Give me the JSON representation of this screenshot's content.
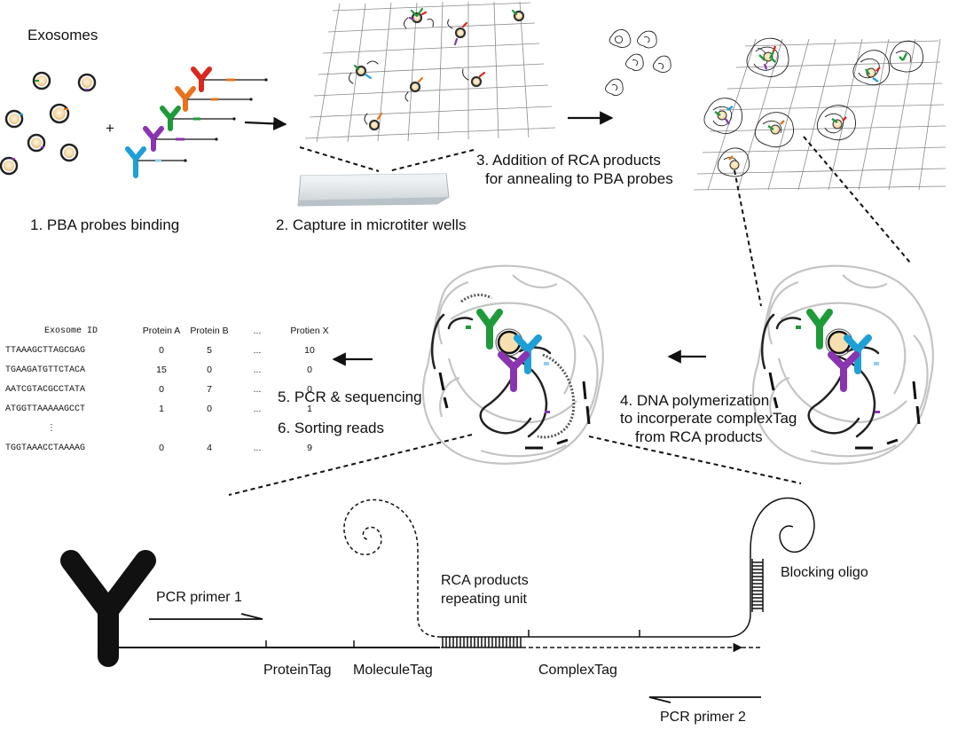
{
  "labels": {
    "exosomes": "Exosomes",
    "step1": "1. PBA probes binding",
    "step2": "2. Capture in microtiter wells",
    "step3_line1": "3. Addition of RCA products",
    "step3_line2": "for annealing to PBA probes",
    "step4_line1": "4. DNA polymerization",
    "step4_line2": "to incorperate complexTag",
    "step4_line3": "from RCA products",
    "step5": "5. PCR & sequencing",
    "step6": "6. Sorting reads",
    "plus": "+",
    "pcr_primer1": "PCR primer 1",
    "pcr_primer2": "PCR primer 2",
    "rca_line1": "RCA products",
    "rca_line2": "repeating unit",
    "blocking_oligo": "Blocking oligo",
    "protein_tag": "ProteinTag",
    "molecule_tag": "MoleculeTag",
    "complex_tag": "ComplexTag"
  },
  "table": {
    "headers": [
      "Exosome ID",
      "Protein A",
      "Protein B",
      "...",
      "Protien X"
    ],
    "rows": [
      [
        "TTAAAGCTTAGCGAG",
        "0",
        "5",
        "...",
        "10"
      ],
      [
        "TGAAGATGTTCTACA",
        "15",
        "0",
        "...",
        "0"
      ],
      [
        "AATCGTACGCCTATA",
        "0",
        "7",
        "...",
        "0"
      ],
      [
        "ATGGTTAAAAAGCCT",
        "1",
        "0",
        "...",
        "1"
      ],
      [
        "⋮",
        "",
        "",
        "",
        ""
      ],
      [
        "TGGTAAACCTAAAAG",
        "0",
        "4",
        "...",
        "9"
      ]
    ]
  },
  "colors": {
    "red": "#d9281e",
    "orange": "#e8731e",
    "green": "#1f9a3a",
    "purple": "#8a34b0",
    "blue": "#1e9fd6",
    "black": "#111111",
    "grid": "#8a8a8a",
    "halo": "#bdbdbd"
  }
}
